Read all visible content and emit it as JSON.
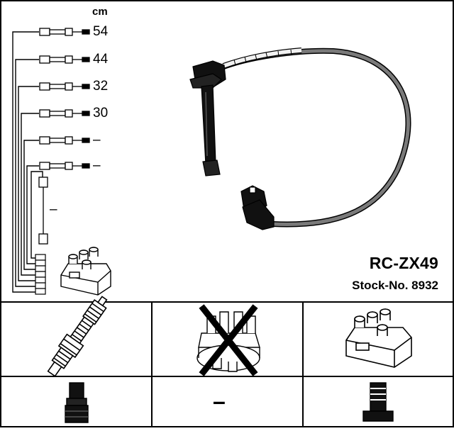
{
  "unit": "cm",
  "lengths": [
    "54",
    "44",
    "32",
    "30",
    "–",
    "–"
  ],
  "coil_lead_length": "–",
  "model": "RC-ZX49",
  "stock": "Stock-No. 8932",
  "cells": {
    "spark_plug": "spark-plug-icon",
    "distributor_cap": "distributor-cap-crossed-icon",
    "ignition_coil": "ignition-coil-icon",
    "plug_boot": "plug-boot-icon",
    "cap_boot": "–",
    "coil_boot": "coil-boot-icon"
  },
  "colors": {
    "line": "#000000",
    "cable": "#7a7a7a",
    "cable_light": "#f2f2f2"
  }
}
